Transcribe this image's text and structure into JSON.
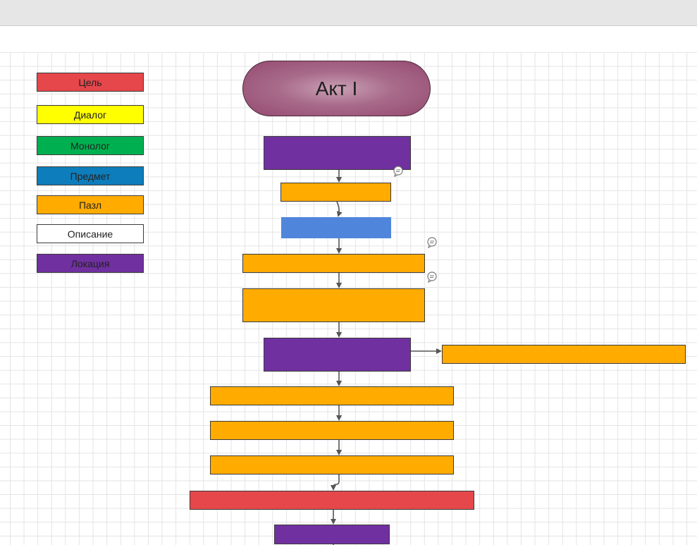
{
  "title": "Акт I",
  "colors": {
    "red": "#e5474b",
    "yellow": "#ffff00",
    "green": "#00b050",
    "blue": "#0e7dbb",
    "orange": "#ffab00",
    "white": "#ffffff",
    "purple": "#7030a0",
    "light_blue": "#4f86dc"
  },
  "legend": [
    {
      "label": "Цель",
      "color": "#e5474b"
    },
    {
      "label": "Диалог",
      "color": "#ffff00"
    },
    {
      "label": "Монолог",
      "color": "#00b050"
    },
    {
      "label": "Предмет",
      "color": "#0e7dbb"
    },
    {
      "label": "Пазл",
      "color": "#ffab00"
    },
    {
      "label": "Описание",
      "color": "#ffffff"
    },
    {
      "label": "Локация",
      "color": "#7030a0"
    }
  ],
  "icons": {
    "comment": "comment-icon"
  }
}
